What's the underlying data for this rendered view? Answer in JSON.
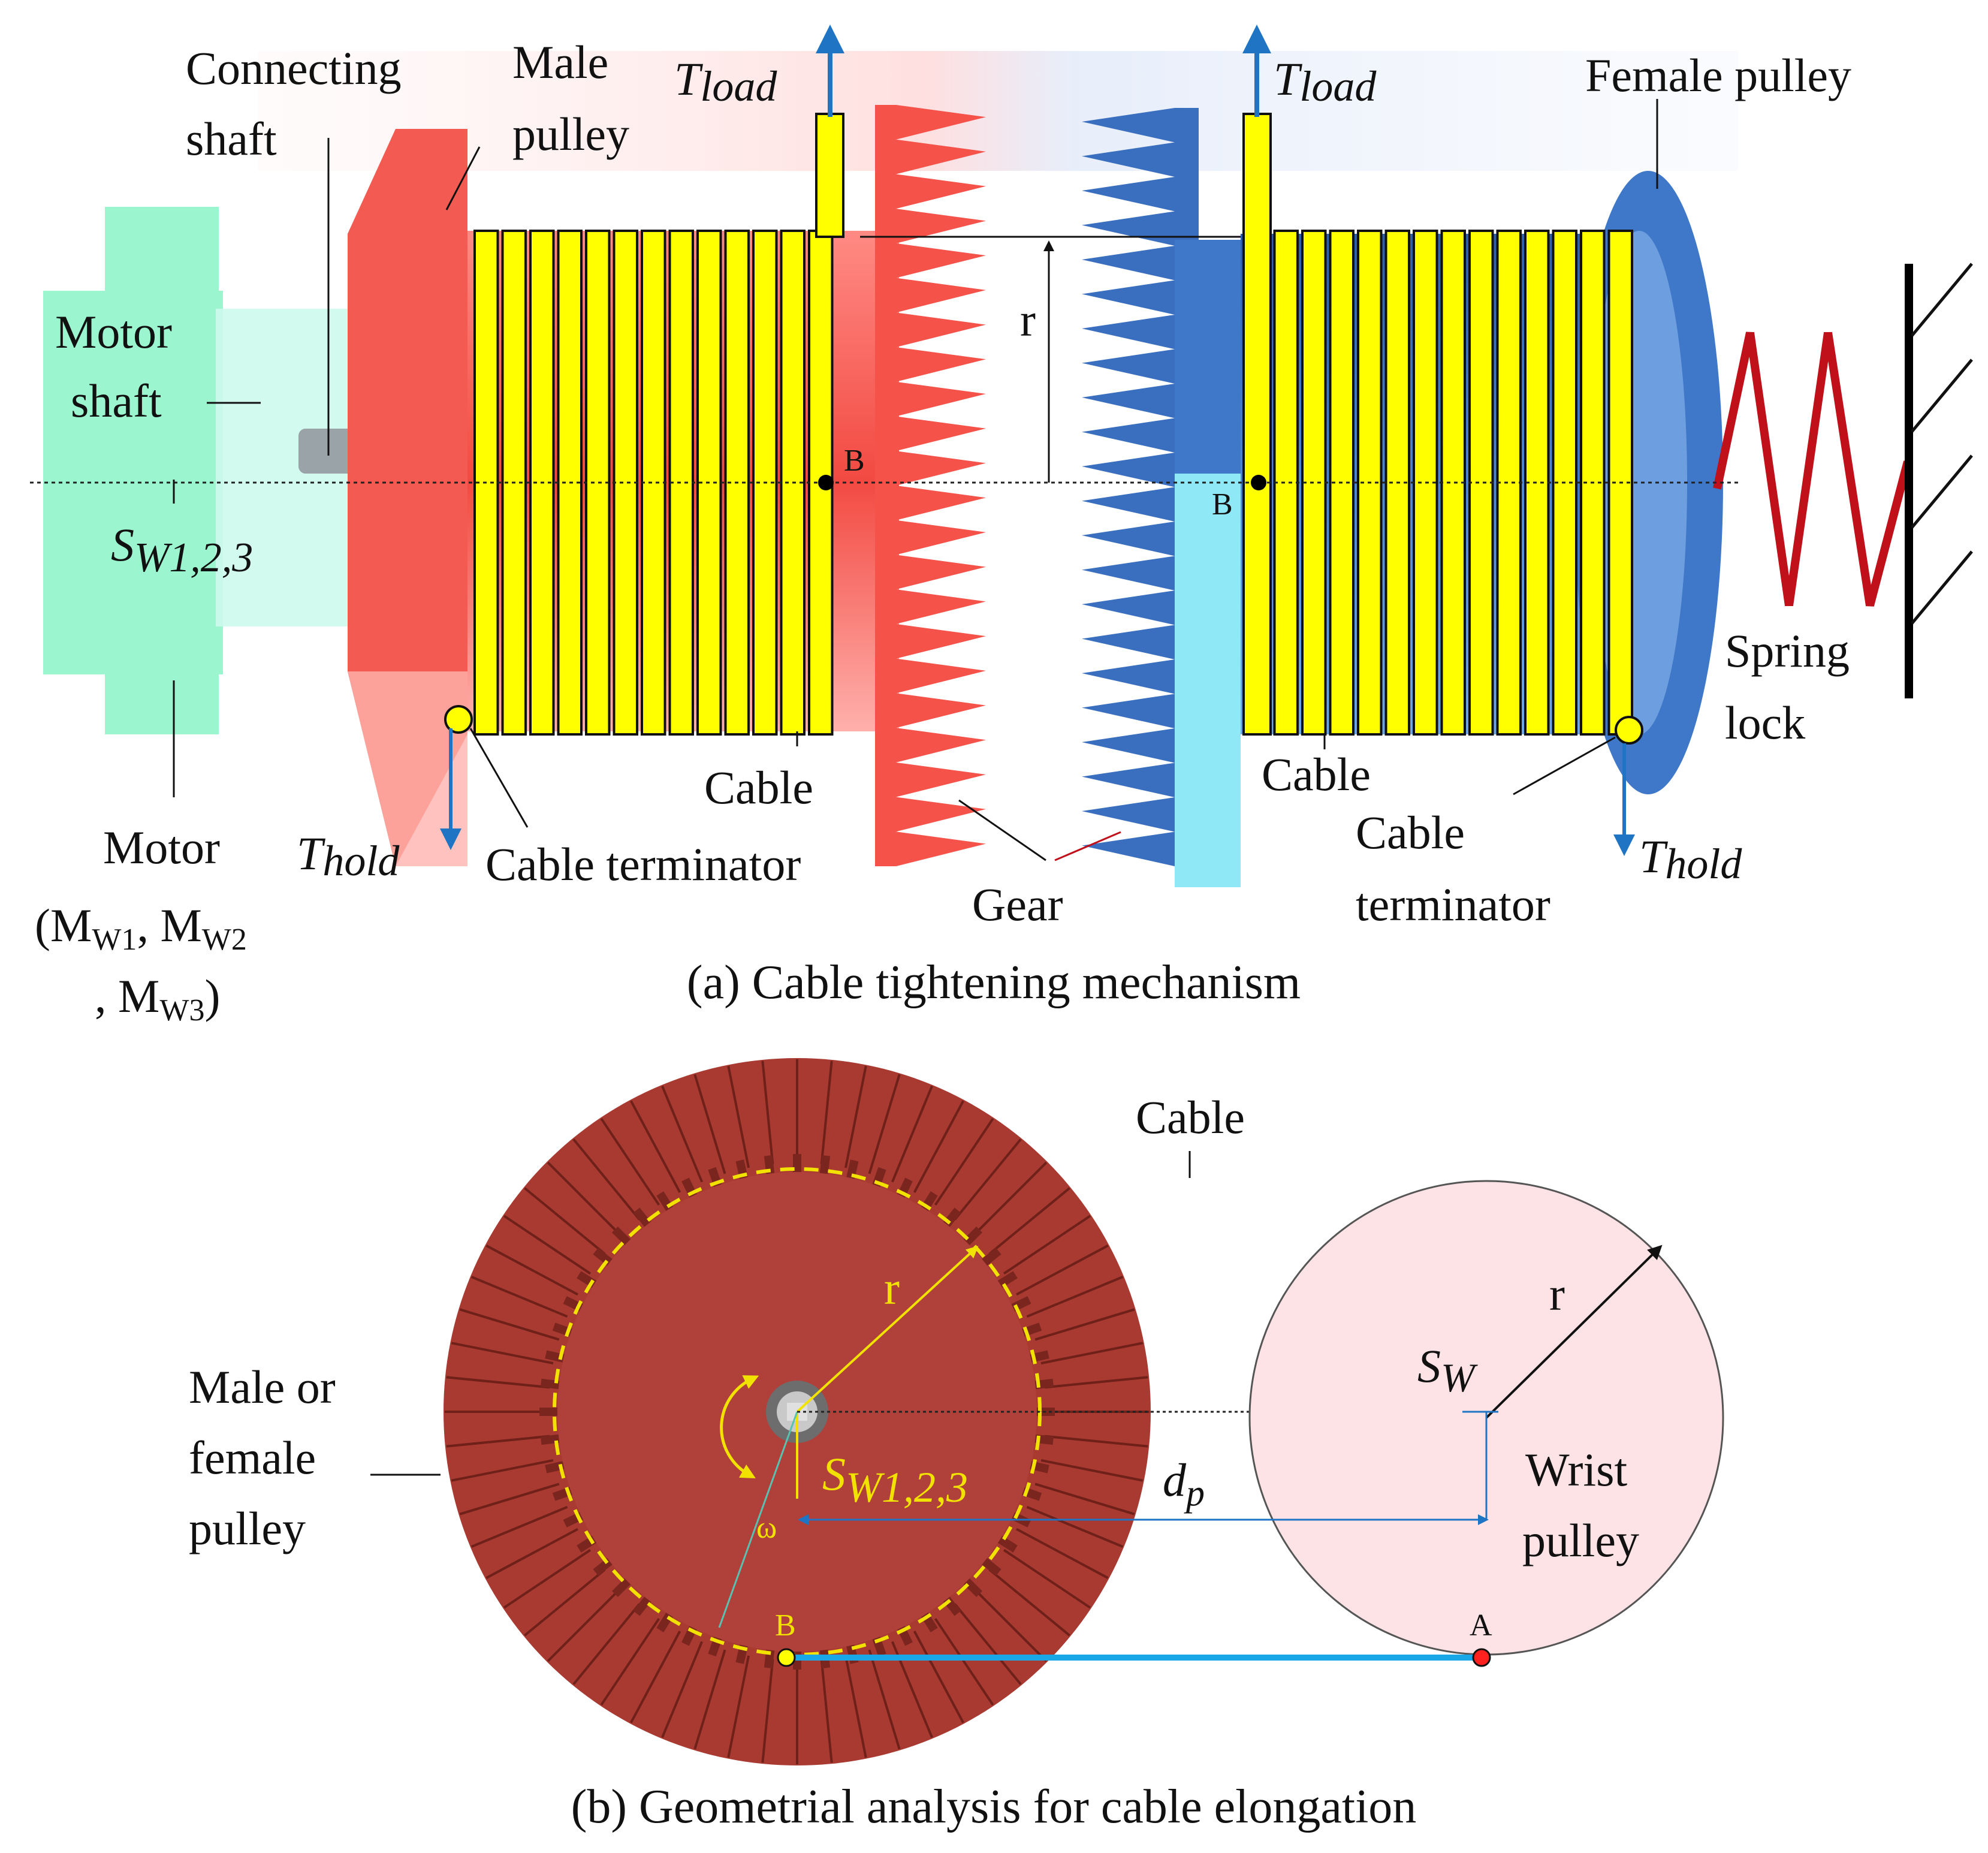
{
  "panel_a": {
    "caption": "(a) Cable tightening mechanism",
    "labels": {
      "connecting_shaft_1": "Connecting",
      "connecting_shaft_2": "shaft",
      "male_pulley_1": "Male",
      "male_pulley_2": "pulley",
      "female_pulley": "Female pulley",
      "motor_shaft_1": "Motor",
      "motor_shaft_2": "shaft",
      "motor_1": "Motor",
      "motor_2": "(M",
      "motor_2_sub1": "W1",
      "motor_2_mid": ", M",
      "motor_2_sub2": "W2",
      "motor_3": ", M",
      "motor_3_sub": "W3",
      "motor_3_end": ")",
      "cable_left": "Cable",
      "cable_right": "Cable",
      "cable_terminator_left": "Cable terminator",
      "cable_terminator_right_1": "Cable",
      "cable_terminator_right_2": "terminator",
      "gear": "Gear",
      "spring_lock_1": "Spring",
      "spring_lock_2": "lock",
      "point_b_left": "B",
      "point_b_right": "B",
      "radius": "r"
    },
    "symbols": {
      "t_load_main": "T",
      "t_load_sub": "load",
      "t_hold_main": "T",
      "t_hold_sub": "hold",
      "s_main": "S",
      "s_sub": "W1,2,3"
    }
  },
  "panel_b": {
    "caption": "(b) Geometrial analysis for cable elongation",
    "labels": {
      "cable": "Cable",
      "male_female_1": "Male or",
      "male_female_2": "female",
      "male_female_3": "pulley",
      "wrist_pulley_1": "Wrist",
      "wrist_pulley_2": "pulley",
      "radius_left": "r",
      "radius_right": "r",
      "point_a": "A",
      "point_b": "B",
      "omega": "ω"
    },
    "symbols": {
      "s_main": "S",
      "s_sub": "W1,2,3",
      "sw_main": "S",
      "sw_sub": "W",
      "dp_main": "d",
      "dp_sub": "p"
    }
  },
  "colors": {
    "male_pulley": "#f25a52",
    "female_pulley": "#3f78c8",
    "cable": "#ffff00",
    "motor": "#9bf5cf",
    "spring": "#c0101a",
    "tension_arrow": "#1f74c4",
    "pulley_b": "#a83a32",
    "wrist_pulley": "#fde3e6",
    "symbol_yellow": "#f2e200"
  }
}
